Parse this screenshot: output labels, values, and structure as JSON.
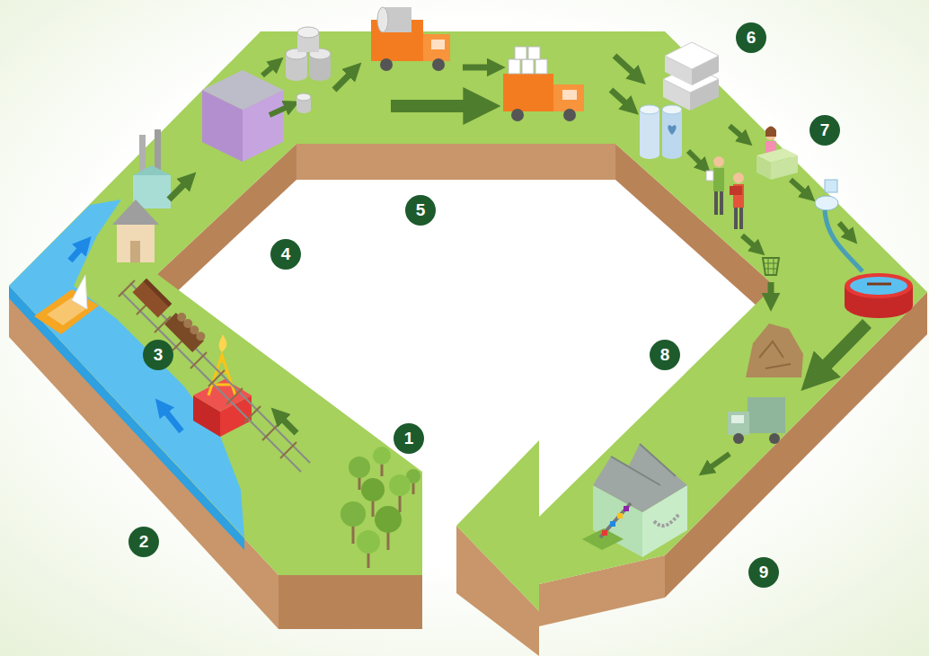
{
  "diagram": {
    "nodes": [
      {
        "text": [
          "1"
        ]
      },
      {
        "text": [
          "2"
        ]
      },
      {
        "text": [
          "3"
        ]
      },
      {
        "text": [
          "4"
        ]
      },
      {
        "text": [
          "5"
        ]
      },
      {
        "text": [
          "6"
        ]
      },
      {
        "text": [
          "7"
        ]
      },
      {
        "text": [
          "8"
        ]
      },
      {
        "text": [
          "9"
        ]
      }
    ]
  }
}
